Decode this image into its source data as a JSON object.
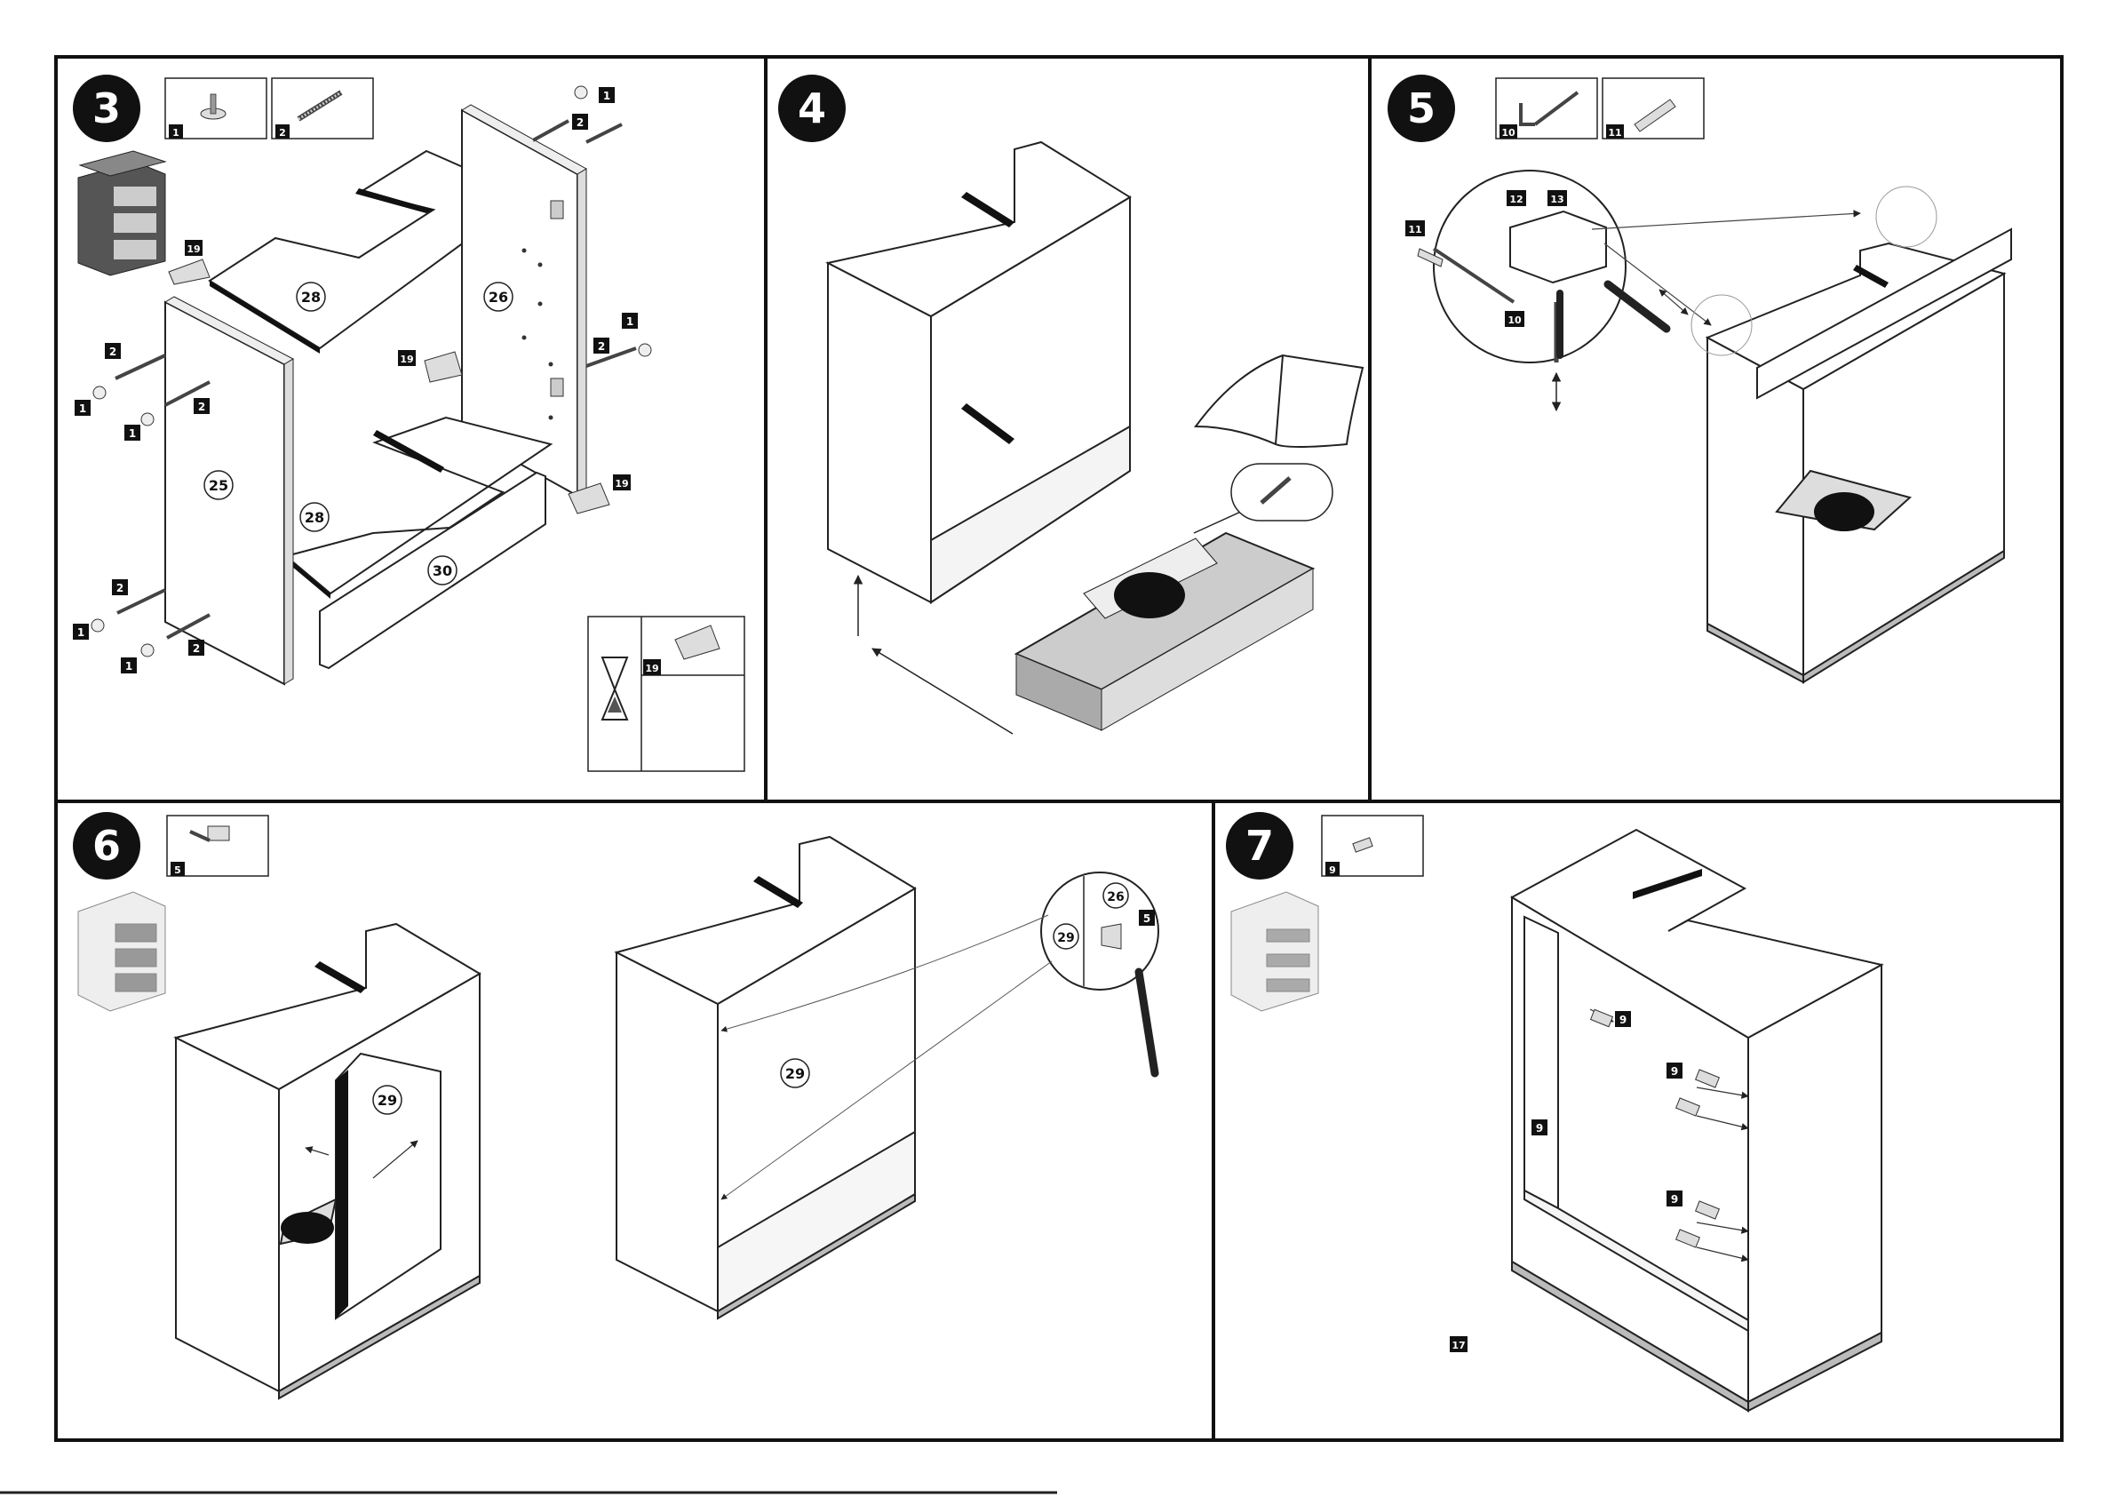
{
  "steps": [
    {
      "number": "3",
      "parts": [
        {
          "tag": "1",
          "icon": "leveling-foot-icon"
        },
        {
          "tag": "2",
          "icon": "cam-bolt-icon"
        }
      ]
    },
    {
      "number": "4",
      "parts": []
    },
    {
      "number": "5",
      "parts": [
        {
          "tag": "10",
          "icon": "hook-screw-icon"
        },
        {
          "tag": "11",
          "icon": "wall-plug-icon"
        }
      ]
    },
    {
      "number": "6",
      "parts": [
        {
          "tag": "5",
          "icon": "hinge-screw-icon"
        }
      ]
    },
    {
      "number": "7",
      "parts": [
        {
          "tag": "9",
          "icon": "wooden-dowel-icon"
        }
      ]
    }
  ],
  "step3": {
    "panels": {
      "top_shelf": "28",
      "right_side": "26",
      "left_side": "25",
      "lower_shelf": "28",
      "drawer_front": "30"
    },
    "tags": {
      "one": "1",
      "two": "2",
      "glue": "19"
    }
  },
  "step5": {
    "tags": {
      "hook": "10",
      "plug": "11",
      "bracket_a": "12",
      "bracket_b": "13"
    }
  },
  "step6": {
    "door": "29",
    "detail_side": "26",
    "detail_door": "29",
    "detail_tag": "5",
    "door_back": "29"
  },
  "step7": {
    "dowel_tag": "9",
    "footer_tag": "17"
  }
}
